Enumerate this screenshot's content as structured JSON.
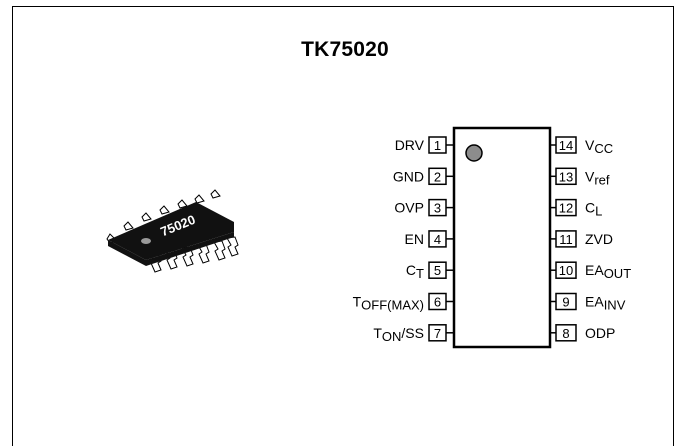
{
  "title": "TK75020",
  "package_marking": "75020",
  "pins_left": [
    {
      "num": "1",
      "name": "DRV",
      "sub": ""
    },
    {
      "num": "2",
      "name": "GND",
      "sub": ""
    },
    {
      "num": "3",
      "name": "OVP",
      "sub": ""
    },
    {
      "num": "4",
      "name": "EN",
      "sub": ""
    },
    {
      "num": "5",
      "name": "C",
      "sub": "T"
    },
    {
      "num": "6",
      "name": "T",
      "sub": "OFF(MAX)"
    },
    {
      "num": "7",
      "name": "T",
      "sub": "ON",
      "suffix": "/SS"
    }
  ],
  "pins_right": [
    {
      "num": "14",
      "name": "V",
      "sub": "CC"
    },
    {
      "num": "13",
      "name": "V",
      "sub": "ref"
    },
    {
      "num": "12",
      "name": "C",
      "sub": "L"
    },
    {
      "num": "11",
      "name": "ZVD",
      "sub": ""
    },
    {
      "num": "10",
      "name": "EA",
      "sub": "OUT"
    },
    {
      "num": "9",
      "name": "EA",
      "sub": "INV"
    },
    {
      "num": "8",
      "name": "ODP",
      "sub": ""
    }
  ]
}
